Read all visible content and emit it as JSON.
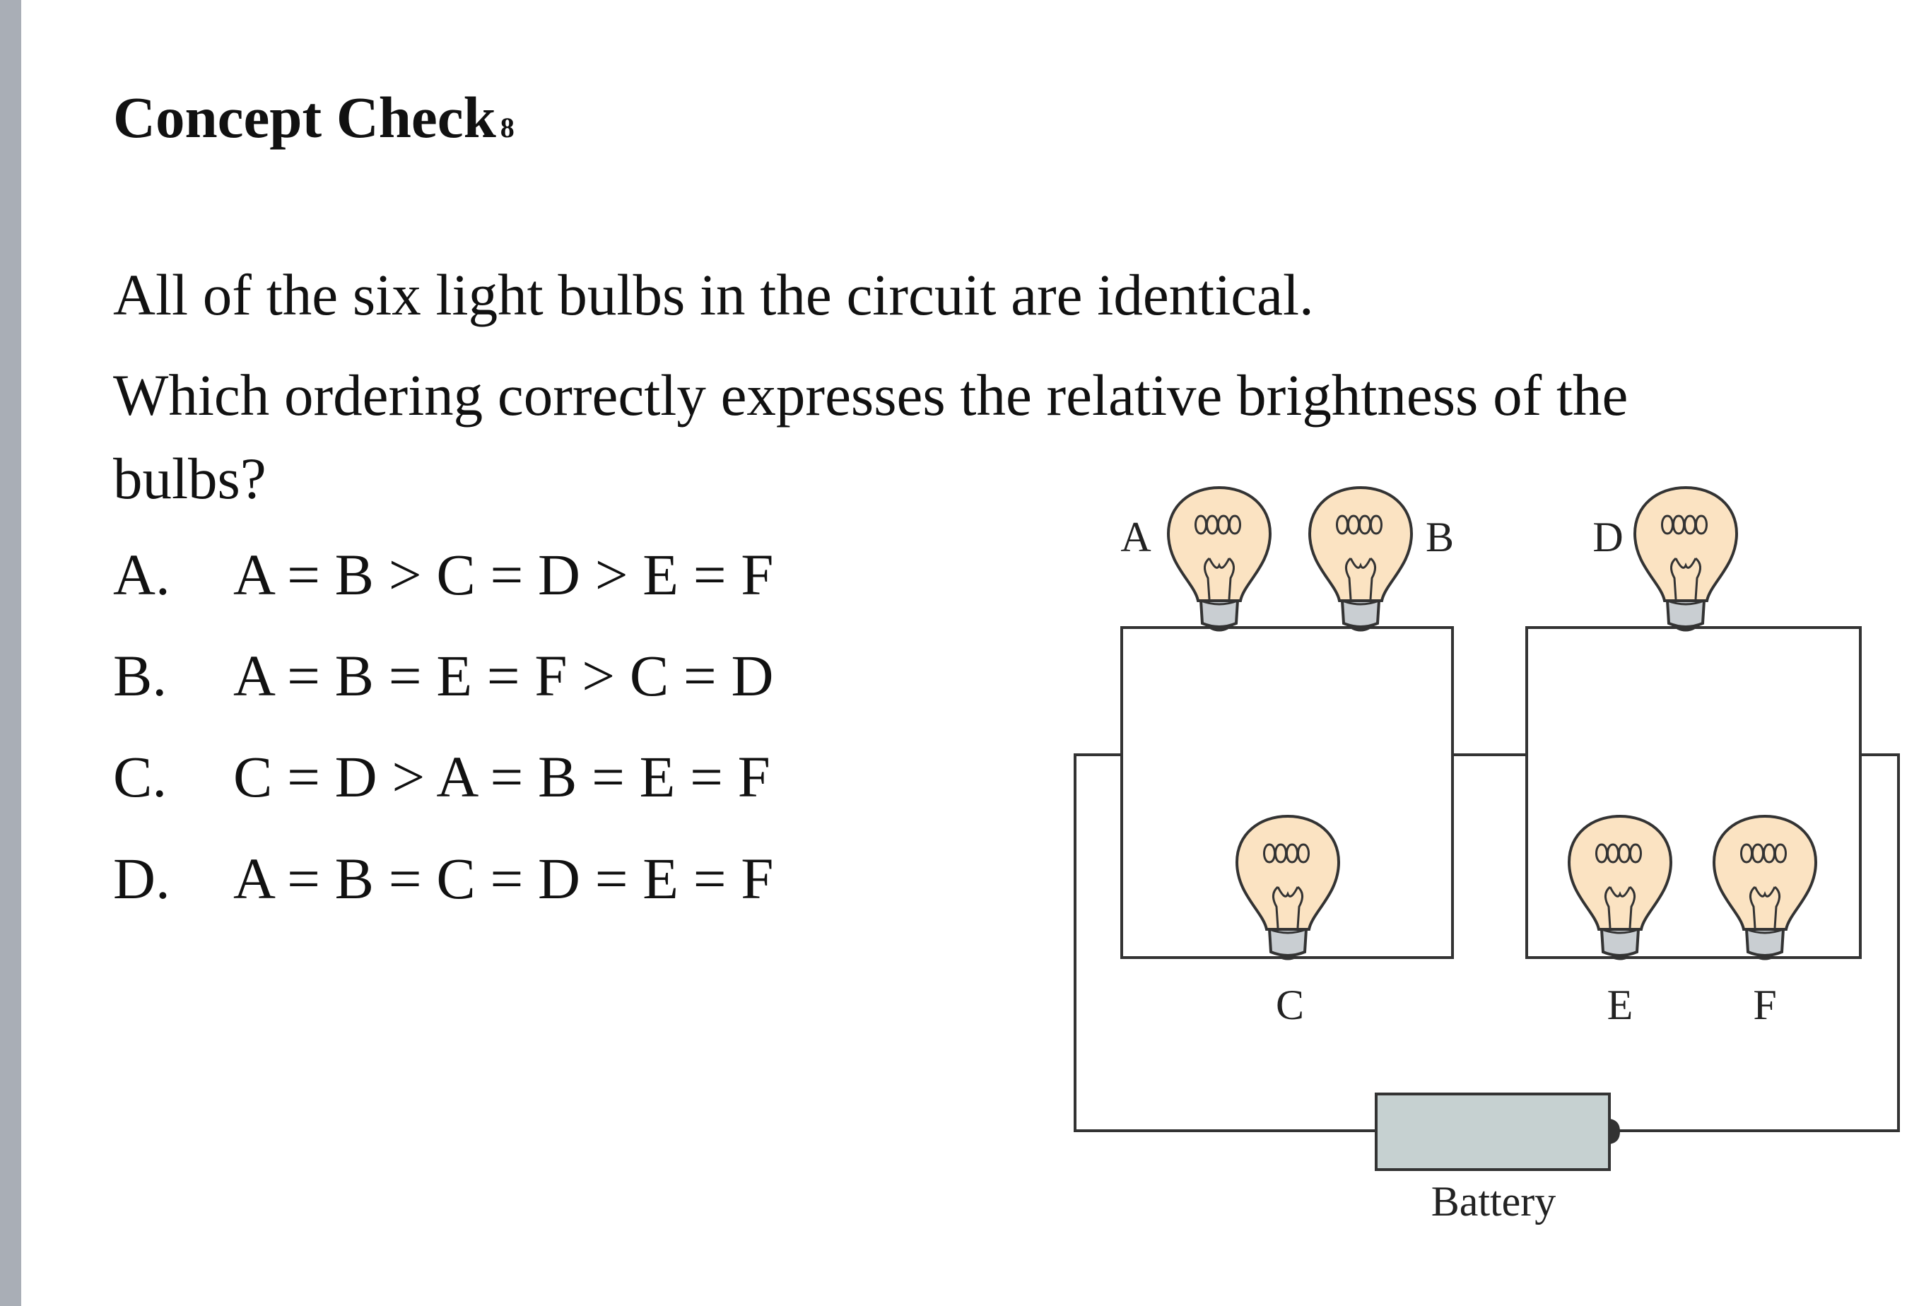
{
  "slide": {
    "title": "Concept Check",
    "title_number": "8",
    "paragraph1": "All of the six light bulbs in the circuit are identical.",
    "paragraph2_line1": "Which ordering correctly expresses the relative brightness of the",
    "paragraph2_line2": "bulbs?",
    "options": [
      {
        "letter": "A.",
        "text": "A = B > C = D > E = F"
      },
      {
        "letter": "B.",
        "text": "A = B = E = F > C = D"
      },
      {
        "letter": "C.",
        "text": "C = D > A = B = E = F"
      },
      {
        "letter": "D.",
        "text": "A = B = C = D = E = F"
      }
    ]
  },
  "diagram": {
    "bulb_labels": {
      "a": "A",
      "b": "B",
      "c": "C",
      "d": "D",
      "e": "E",
      "f": "F"
    },
    "battery_label": "Battery",
    "colors": {
      "wire": "#333333",
      "bulb_glass": "#fbe3c2",
      "bulb_base": "#c9ced2",
      "battery": "#c6d1d1"
    }
  }
}
